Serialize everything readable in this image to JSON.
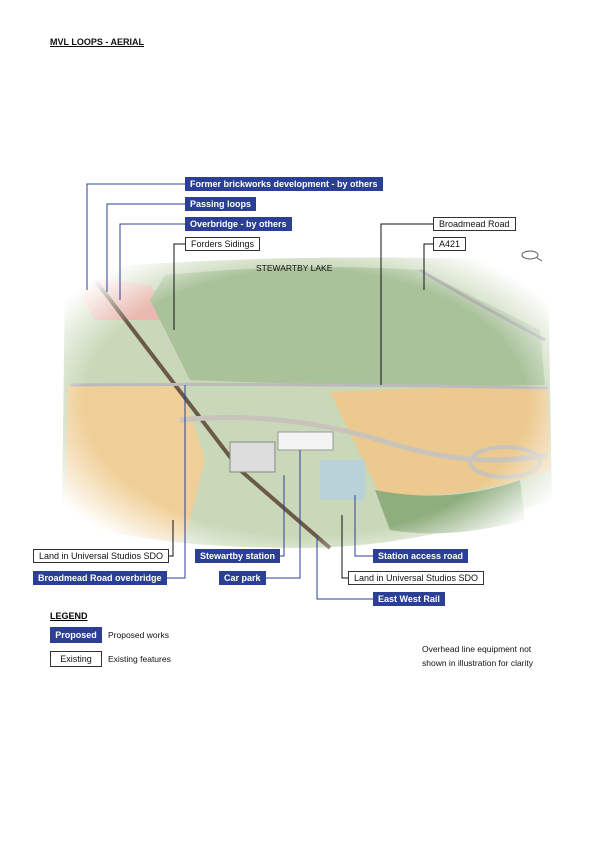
{
  "title": "MVL LOOPS - AERIAL",
  "map_label": "STEWARTBY LAKE",
  "callouts": {
    "former_brickworks": "Former brickworks development - by others",
    "passing_loops": "Passing loops",
    "overbridge": "Overbridge - by others",
    "forders_sidings": "Forders Sidings",
    "broadmead_road": "Broadmead Road",
    "a421": "A421",
    "land_sdo_left": "Land in Universal Studios SDO",
    "broadmead_overbridge": "Broadmead Road overbridge",
    "stewartby_station": "Stewartby station",
    "car_park": "Car park",
    "station_access_road": "Station access road",
    "land_sdo_right": "Land in Universal Studios SDO",
    "east_west_rail": "East West Rail"
  },
  "legend": {
    "title": "LEGEND",
    "proposed_key": "Proposed",
    "proposed_desc": "Proposed works",
    "existing_key": "Existing",
    "existing_desc": "Existing features"
  },
  "note": {
    "line1": "Overhead line equipment not",
    "line2": "shown in illustration for clarity"
  },
  "colors": {
    "proposed": "#2b3f94",
    "existing_border": "#333333"
  }
}
